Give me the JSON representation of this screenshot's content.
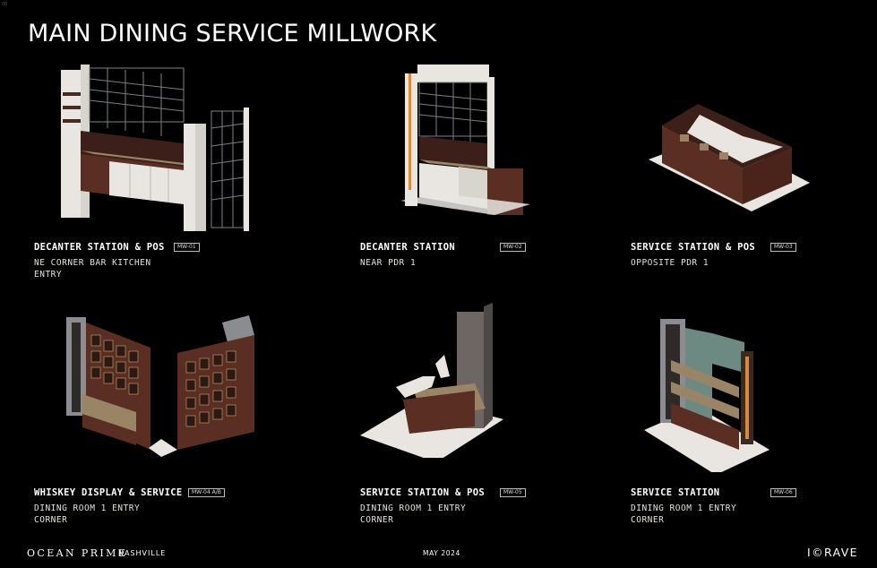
{
  "page": {
    "corner_mark": "00",
    "title": "MAIN DINING SERVICE MILLWORK"
  },
  "items": [
    {
      "name": "DECANTER STATION & POS",
      "tag": "MW-01",
      "location": "NE CORNER BAR KITCHEN ENTRY"
    },
    {
      "name": "DECANTER STATION",
      "tag": "MW-02",
      "location": "NEAR PDR 1"
    },
    {
      "name": "SERVICE STATION & POS",
      "tag": "MW-03",
      "location": "OPPOSITE PDR 1"
    },
    {
      "name": "WHISKEY DISPLAY & SERVICE",
      "tag": "MW-04 A/B",
      "location": "DINING ROOM 1 ENTRY CORNER"
    },
    {
      "name": "SERVICE STATION & POS",
      "tag": "MW-05",
      "location": "DINING ROOM 1 ENTRY CORNER"
    },
    {
      "name": "SERVICE STATION",
      "tag": "MW-06",
      "location": "DINING ROOM 1 ENTRY CORNER"
    }
  ],
  "footer": {
    "brand": "OCEAN PRIME",
    "city": "NASHVILLE",
    "date": "MAY 2024",
    "logo": "I©RAVE"
  },
  "colors": {
    "background": "#000000",
    "walnut": "#5a2e22",
    "stone": "#9a8466",
    "white_lacquer": "#e9e6e1",
    "steel": "#8a8c90",
    "glass": "#6d8a82",
    "amber": "#d98a3a"
  }
}
